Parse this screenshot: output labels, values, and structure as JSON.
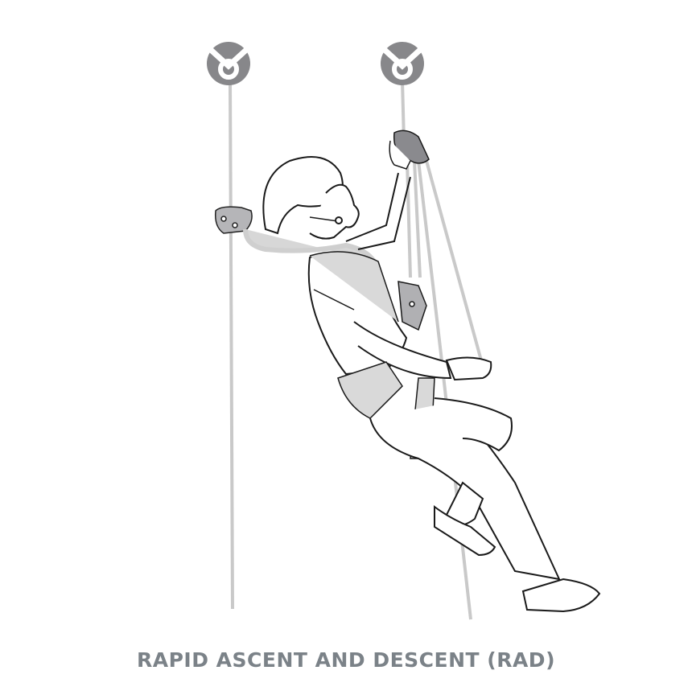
{
  "figure": {
    "title": "Rapid ascent and descent technique illustration",
    "caption": "RAPID ASCENT AND DESCENT (RAD)"
  },
  "elements": {
    "anchors": [
      {
        "name": "left-anchor",
        "icon": "anchor-point-icon"
      },
      {
        "name": "right-anchor",
        "icon": "anchor-point-icon"
      }
    ],
    "ropes": [
      "left-rope",
      "right-rope",
      "haul-rope"
    ],
    "devices": [
      "rope-grab-device",
      "handled-ascender",
      "descender-device"
    ],
    "figure": "climber-in-harness-with-helmet"
  },
  "colors": {
    "icon_fill": "#87878a",
    "rope": "#c8c8c8",
    "line": "#1a1a1a",
    "harness": "#d9d9d9",
    "device": "#8a8a8e",
    "caption": "#7b8288"
  }
}
